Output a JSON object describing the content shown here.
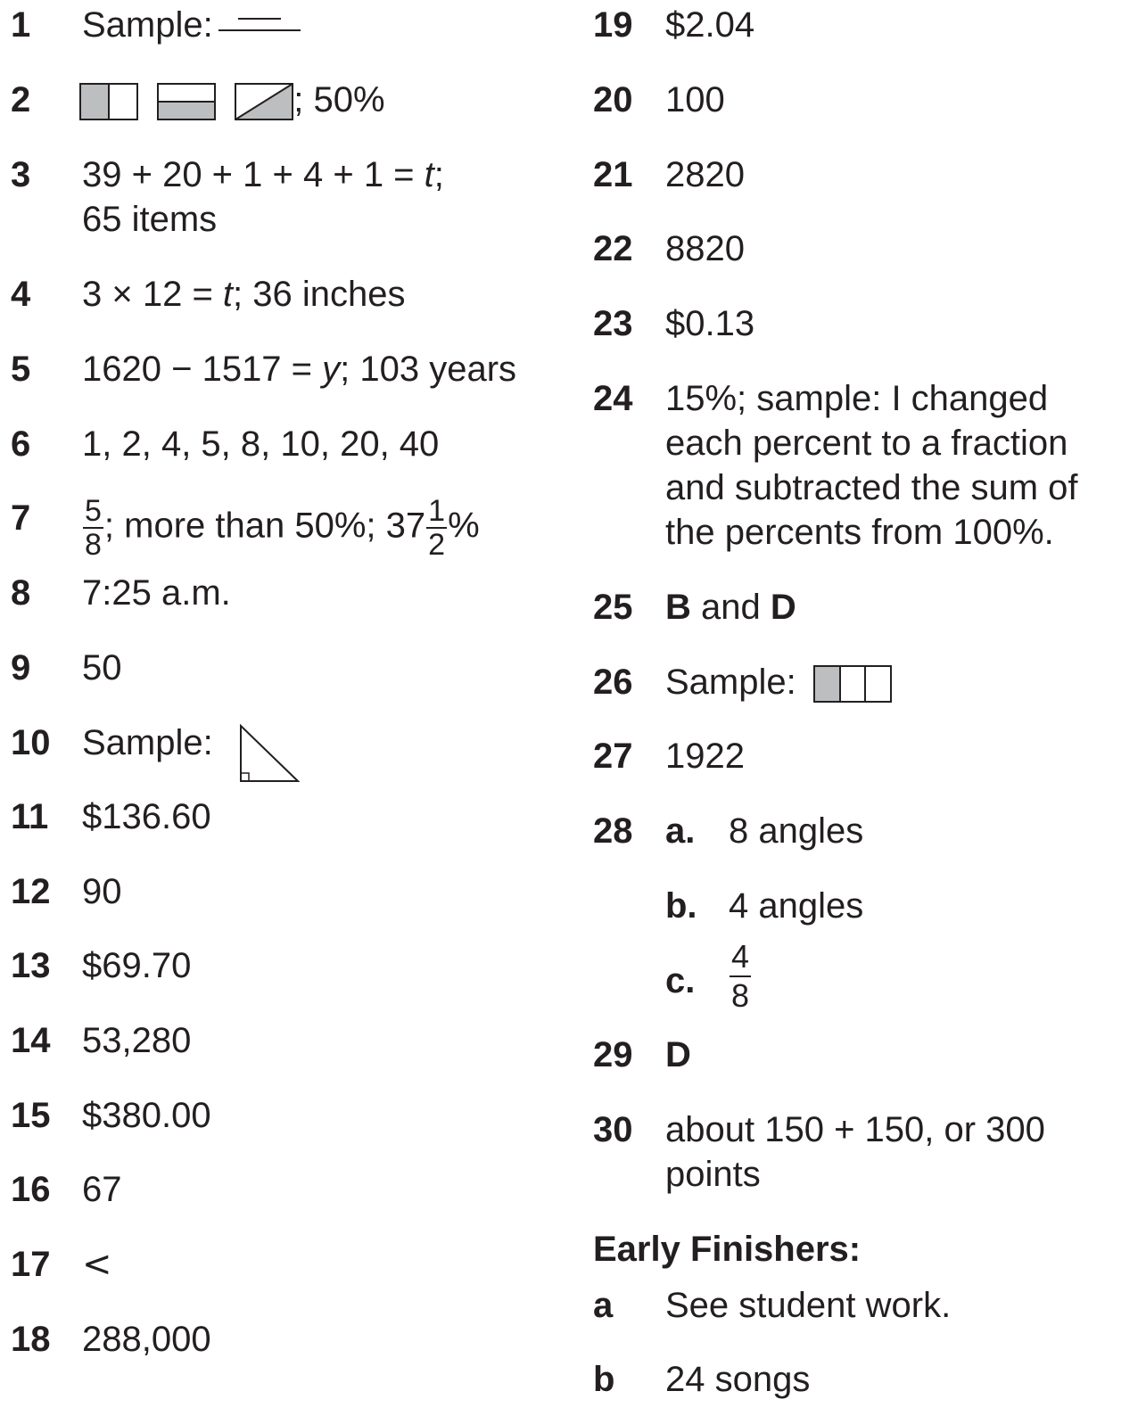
{
  "left_items": [
    {
      "num": "1",
      "label": "Sample:"
    },
    {
      "num": "2",
      "text": "; 50%"
    },
    {
      "num": "3",
      "line1": "39 + 20 + 1 + 4 + 1 = ",
      "var": "t",
      "tail": ";",
      "line2": "65 items"
    },
    {
      "num": "4",
      "pre": "3 × 12 = ",
      "var": "t",
      "post": "; 36 inches"
    },
    {
      "num": "5",
      "pre": "1620 − 1517 = ",
      "var": "y",
      "post": "; 103 years"
    },
    {
      "num": "6",
      "text": "1, 2, 4, 5, 8, 10, 20, 40"
    },
    {
      "num": "7",
      "frac1_n": "5",
      "frac1_d": "8",
      "mid": "; more than 50%; 37",
      "frac2_n": "1",
      "frac2_d": "2",
      "post": "%"
    },
    {
      "num": "8",
      "text": "7:25 a.m."
    },
    {
      "num": "9",
      "text": "50"
    },
    {
      "num": "10",
      "label": "Sample:"
    },
    {
      "num": "11",
      "text": "$136.60"
    },
    {
      "num": "12",
      "text": "90"
    },
    {
      "num": "13",
      "text": "$69.70"
    },
    {
      "num": "14",
      "text": "53,280"
    },
    {
      "num": "15",
      "text": "$380.00"
    },
    {
      "num": "16",
      "text": "67"
    },
    {
      "num": "17",
      "text": "<"
    },
    {
      "num": "18",
      "text": "288,000"
    }
  ],
  "right_items": [
    {
      "num": "19",
      "text": "$2.04"
    },
    {
      "num": "20",
      "text": "100"
    },
    {
      "num": "21",
      "text": "2820"
    },
    {
      "num": "22",
      "text": "8820"
    },
    {
      "num": "23",
      "text": "$0.13"
    },
    {
      "num": "24",
      "lines": [
        "15%; sample: I changed",
        "each percent to a fraction",
        "and subtracted the sum of",
        "the percents from 100%."
      ]
    },
    {
      "num": "25",
      "b1": "B",
      "mid": " and ",
      "b2": "D"
    },
    {
      "num": "26",
      "label": "Sample:"
    },
    {
      "num": "27",
      "text": "1922"
    },
    {
      "num": "28",
      "parts": [
        {
          "label": "a.",
          "text": "8 angles"
        },
        {
          "label": "b.",
          "text": "4 angles"
        },
        {
          "label": "c.",
          "frac_n": "4",
          "frac_d": "8"
        }
      ]
    },
    {
      "num": "29",
      "text": "D"
    },
    {
      "num": "30",
      "lines": [
        "about 150 + 150, or 300",
        "points"
      ]
    }
  ],
  "early_finishers": {
    "heading": "Early Finishers:",
    "items": [
      {
        "label": "a",
        "text": "See student work."
      },
      {
        "label": "b",
        "text": "24 songs"
      }
    ]
  }
}
